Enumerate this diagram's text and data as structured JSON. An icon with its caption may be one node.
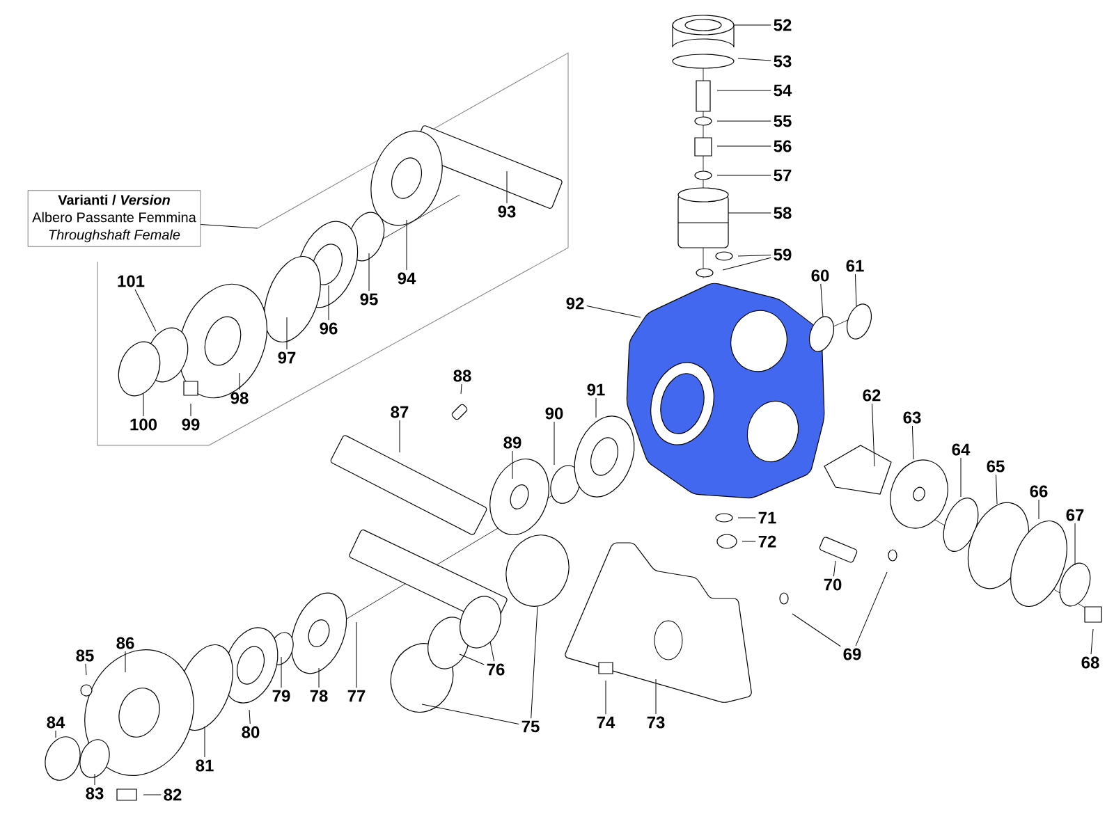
{
  "diagram": {
    "nodes": [
      {
        "text": [
          "Varianti / *Version*",
          "Albero Passante Femmina",
          "Throughshaft Female"
        ]
      },
      {
        "text": [
          "52"
        ]
      },
      {
        "text": [
          "53"
        ]
      },
      {
        "text": [
          "54"
        ]
      },
      {
        "text": [
          "55"
        ]
      },
      {
        "text": [
          "56"
        ]
      },
      {
        "text": [
          "57"
        ]
      },
      {
        "text": [
          "58"
        ]
      },
      {
        "text": [
          "59"
        ]
      },
      {
        "text": [
          "60"
        ]
      },
      {
        "text": [
          "61"
        ]
      },
      {
        "text": [
          "62"
        ]
      },
      {
        "text": [
          "63"
        ]
      },
      {
        "text": [
          "64"
        ]
      },
      {
        "text": [
          "65"
        ]
      },
      {
        "text": [
          "66"
        ]
      },
      {
        "text": [
          "67"
        ]
      },
      {
        "text": [
          "68"
        ]
      },
      {
        "text": [
          "69"
        ]
      },
      {
        "text": [
          "70"
        ]
      },
      {
        "text": [
          "71"
        ]
      },
      {
        "text": [
          "72"
        ]
      },
      {
        "text": [
          "73"
        ]
      },
      {
        "text": [
          "74"
        ]
      },
      {
        "text": [
          "75"
        ]
      },
      {
        "text": [
          "76"
        ]
      },
      {
        "text": [
          "77"
        ]
      },
      {
        "text": [
          "78"
        ]
      },
      {
        "text": [
          "79"
        ]
      },
      {
        "text": [
          "80"
        ]
      },
      {
        "text": [
          "81"
        ]
      },
      {
        "text": [
          "82"
        ]
      },
      {
        "text": [
          "83"
        ]
      },
      {
        "text": [
          "84"
        ]
      },
      {
        "text": [
          "85"
        ]
      },
      {
        "text": [
          "86"
        ]
      },
      {
        "text": [
          "87"
        ]
      },
      {
        "text": [
          "88"
        ]
      },
      {
        "text": [
          "89"
        ]
      },
      {
        "text": [
          "90"
        ]
      },
      {
        "text": [
          "91"
        ]
      },
      {
        "text": [
          "92"
        ]
      },
      {
        "text": [
          "93"
        ]
      },
      {
        "text": [
          "94"
        ]
      },
      {
        "text": [
          "95"
        ]
      },
      {
        "text": [
          "96"
        ]
      },
      {
        "text": [
          "97"
        ]
      },
      {
        "text": [
          "98"
        ]
      },
      {
        "text": [
          "99"
        ]
      },
      {
        "text": [
          "100"
        ]
      },
      {
        "text": [
          "101"
        ]
      }
    ],
    "edges": [
      {
        "from": 0,
        "to": null,
        "arrow": "none"
      },
      {
        "from": 1,
        "to": null,
        "arrow": "none"
      },
      {
        "from": 2,
        "to": null,
        "arrow": "none"
      },
      {
        "from": 3,
        "to": null,
        "arrow": "none"
      },
      {
        "from": 4,
        "to": null,
        "arrow": "none"
      },
      {
        "from": 5,
        "to": null,
        "arrow": "none"
      },
      {
        "from": 6,
        "to": null,
        "arrow": "none"
      },
      {
        "from": 7,
        "to": null,
        "arrow": "none"
      },
      {
        "from": 8,
        "to": null,
        "arrow": "none"
      },
      {
        "from": 8,
        "to": null,
        "arrow": "none"
      },
      {
        "from": 9,
        "to": null,
        "arrow": "none"
      },
      {
        "from": 10,
        "to": null,
        "arrow": "none"
      },
      {
        "from": 11,
        "to": null,
        "arrow": "none"
      },
      {
        "from": 12,
        "to": null,
        "arrow": "none"
      },
      {
        "from": 13,
        "to": null,
        "arrow": "none"
      },
      {
        "from": 14,
        "to": null,
        "arrow": "none"
      },
      {
        "from": 15,
        "to": null,
        "arrow": "none"
      },
      {
        "from": 16,
        "to": null,
        "arrow": "none"
      },
      {
        "from": 17,
        "to": null,
        "arrow": "none"
      },
      {
        "from": 18,
        "to": null,
        "arrow": "none"
      },
      {
        "from": 18,
        "to": null,
        "arrow": "none"
      },
      {
        "from": 19,
        "to": null,
        "arrow": "none"
      },
      {
        "from": 20,
        "to": null,
        "arrow": "none"
      },
      {
        "from": 21,
        "to": null,
        "arrow": "none"
      },
      {
        "from": 22,
        "to": null,
        "arrow": "none"
      },
      {
        "from": 23,
        "to": null,
        "arrow": "none"
      },
      {
        "from": 24,
        "to": null,
        "arrow": "none"
      },
      {
        "from": 24,
        "to": null,
        "arrow": "none"
      },
      {
        "from": 25,
        "to": null,
        "arrow": "none"
      },
      {
        "from": 25,
        "to": null,
        "arrow": "none"
      },
      {
        "from": 26,
        "to": null,
        "arrow": "none"
      },
      {
        "from": 27,
        "to": null,
        "arrow": "none"
      },
      {
        "from": 28,
        "to": null,
        "arrow": "none"
      },
      {
        "from": 29,
        "to": null,
        "arrow": "none"
      },
      {
        "from": 30,
        "to": null,
        "arrow": "none"
      },
      {
        "from": 31,
        "to": null,
        "arrow": "none"
      },
      {
        "from": 32,
        "to": null,
        "arrow": "none"
      },
      {
        "from": 33,
        "to": null,
        "arrow": "none"
      },
      {
        "from": 34,
        "to": null,
        "arrow": "none"
      },
      {
        "from": 35,
        "to": null,
        "arrow": "none"
      },
      {
        "from": 36,
        "to": null,
        "arrow": "none"
      },
      {
        "from": 37,
        "to": null,
        "arrow": "none"
      },
      {
        "from": 38,
        "to": null,
        "arrow": "none"
      },
      {
        "from": 39,
        "to": null,
        "arrow": "none"
      },
      {
        "from": 40,
        "to": null,
        "arrow": "none"
      },
      {
        "from": 41,
        "to": null,
        "arrow": "none"
      },
      {
        "from": 42,
        "to": null,
        "arrow": "none"
      },
      {
        "from": 43,
        "to": null,
        "arrow": "none"
      },
      {
        "from": 44,
        "to": null,
        "arrow": "none"
      },
      {
        "from": 45,
        "to": null,
        "arrow": "none"
      },
      {
        "from": 46,
        "to": null,
        "arrow": "none"
      },
      {
        "from": 47,
        "to": null,
        "arrow": "none"
      },
      {
        "from": 48,
        "to": null,
        "arrow": "none"
      },
      {
        "from": 49,
        "to": null,
        "arrow": "none"
      },
      {
        "from": 50,
        "to": null,
        "arrow": "none"
      }
    ]
  }
}
